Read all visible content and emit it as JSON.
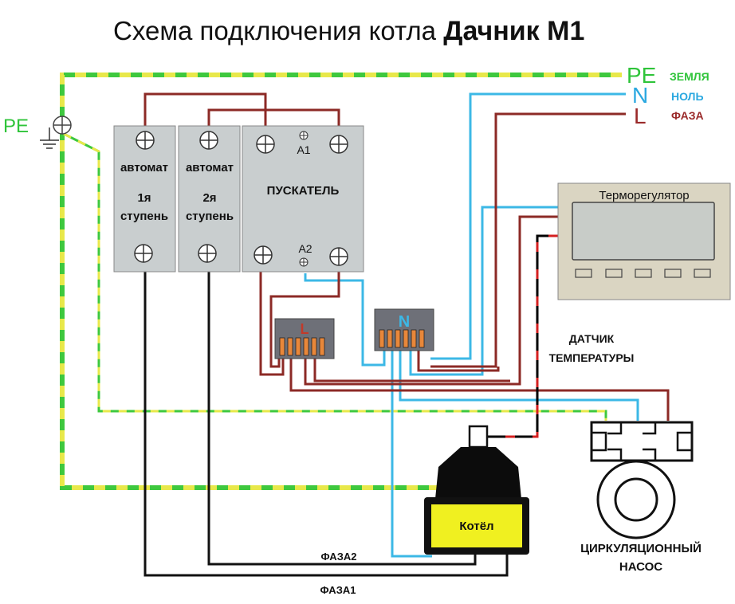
{
  "title": {
    "main": "Схема подключения котла ",
    "brand": "Дачник М1"
  },
  "legend": {
    "pe_symbol": "PE",
    "pe_label": "ЗЕМЛЯ",
    "n_symbol": "N",
    "n_label": "НОЛЬ",
    "l_symbol": "L",
    "l_label": "ФАЗА"
  },
  "ground": {
    "symbol": "PE"
  },
  "breaker1": {
    "line1": "автомат",
    "line2": "1я",
    "line3": "ступень"
  },
  "breaker2": {
    "line1": "автомат",
    "line2": "2я",
    "line3": "ступень"
  },
  "contactor": {
    "label": "ПУСКАТЕЛЬ",
    "a1": "A1",
    "a2": "A2"
  },
  "thermostat": {
    "label": "Терморегулятор"
  },
  "terminal_l": {
    "label": "L"
  },
  "terminal_n": {
    "label": "N"
  },
  "sensor": {
    "line1": "ДАТЧИК",
    "line2": "ТЕМПЕРАТУРЫ"
  },
  "boiler": {
    "label": "Котёл"
  },
  "pump": {
    "line1": "ЦИРКУЛЯЦИОННЫЙ",
    "line2": "НАСОС"
  },
  "phase2": {
    "label": "ФАЗА2"
  },
  "phase1": {
    "label": "ФАЗА1"
  },
  "colors": {
    "ground_green": "#3ec83e",
    "ground_yellow": "#e8e84a",
    "neutral": "#3cb8e6",
    "phase": "#8c2a26",
    "legend_pe": "#2fc43a",
    "legend_n": "#2aa8e0",
    "legend_l": "#9a2a2a",
    "device_gray": "#c9cecf",
    "boiler_yellow": "#f0f020"
  }
}
